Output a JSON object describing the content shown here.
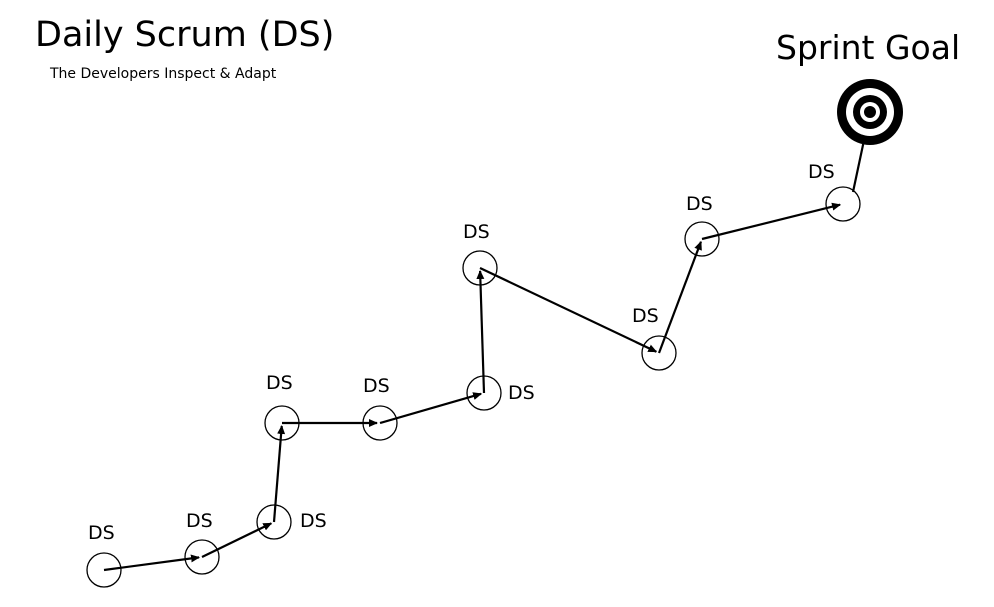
{
  "header": {
    "title": "Daily Scrum (DS)",
    "subtitle": "The Developers Inspect & Adapt"
  },
  "goal": {
    "label": "Sprint Goal",
    "icon": "target-icon"
  },
  "node_label": "DS",
  "colors": {
    "ink": "#000000",
    "background": "#ffffff"
  }
}
